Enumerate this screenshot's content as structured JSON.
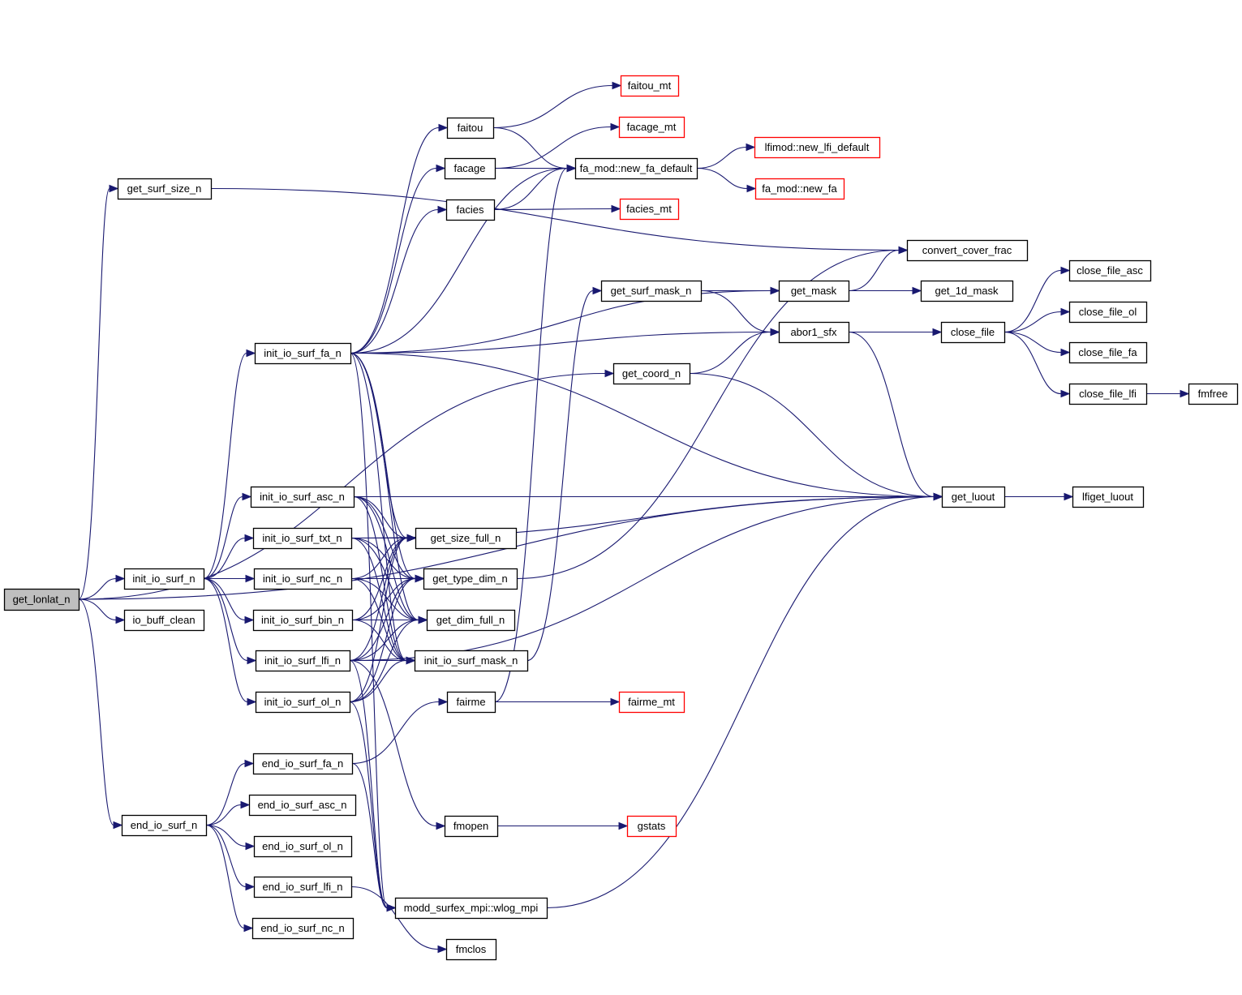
{
  "graph": {
    "title": "get_lonlat_n call graph",
    "colors": {
      "edge": "#191970",
      "node_border": "#000000",
      "node_border_external": "#ff0000",
      "root_fill": "#bfbfbf",
      "node_fill": "#ffffff"
    },
    "nodes": [
      {
        "id": "get_lonlat_n",
        "label": "get_lonlat_n",
        "kind": "root"
      },
      {
        "id": "get_surf_size_n",
        "label": "get_surf_size_n",
        "kind": "normal"
      },
      {
        "id": "init_io_surf_n",
        "label": "init_io_surf_n",
        "kind": "normal"
      },
      {
        "id": "io_buff_clean",
        "label": "io_buff_clean",
        "kind": "normal"
      },
      {
        "id": "end_io_surf_n",
        "label": "end_io_surf_n",
        "kind": "normal"
      },
      {
        "id": "init_io_surf_fa_n",
        "label": "init_io_surf_fa_n",
        "kind": "normal"
      },
      {
        "id": "init_io_surf_asc_n",
        "label": "init_io_surf_asc_n",
        "kind": "normal"
      },
      {
        "id": "init_io_surf_txt_n",
        "label": "init_io_surf_txt_n",
        "kind": "normal"
      },
      {
        "id": "init_io_surf_nc_n",
        "label": "init_io_surf_nc_n",
        "kind": "normal"
      },
      {
        "id": "init_io_surf_bin_n",
        "label": "init_io_surf_bin_n",
        "kind": "normal"
      },
      {
        "id": "init_io_surf_lfi_n",
        "label": "init_io_surf_lfi_n",
        "kind": "normal"
      },
      {
        "id": "init_io_surf_ol_n",
        "label": "init_io_surf_ol_n",
        "kind": "normal"
      },
      {
        "id": "end_io_surf_fa_n",
        "label": "end_io_surf_fa_n",
        "kind": "normal"
      },
      {
        "id": "end_io_surf_asc_n",
        "label": "end_io_surf_asc_n",
        "kind": "normal"
      },
      {
        "id": "end_io_surf_ol_n",
        "label": "end_io_surf_ol_n",
        "kind": "normal"
      },
      {
        "id": "end_io_surf_lfi_n",
        "label": "end_io_surf_lfi_n",
        "kind": "normal"
      },
      {
        "id": "end_io_surf_nc_n",
        "label": "end_io_surf_nc_n",
        "kind": "normal"
      },
      {
        "id": "faitou",
        "label": "faitou",
        "kind": "normal"
      },
      {
        "id": "facage",
        "label": "facage",
        "kind": "normal"
      },
      {
        "id": "facies",
        "label": "facies",
        "kind": "normal"
      },
      {
        "id": "get_size_full_n",
        "label": "get_size_full_n",
        "kind": "normal"
      },
      {
        "id": "get_type_dim_n",
        "label": "get_type_dim_n",
        "kind": "normal"
      },
      {
        "id": "get_dim_full_n",
        "label": "get_dim_full_n",
        "kind": "normal"
      },
      {
        "id": "init_io_surf_mask_n",
        "label": "init_io_surf_mask_n",
        "kind": "normal"
      },
      {
        "id": "fairme",
        "label": "fairme",
        "kind": "normal"
      },
      {
        "id": "fmopen",
        "label": "fmopen",
        "kind": "normal"
      },
      {
        "id": "modd_surfex_mpi_wlog_mpi",
        "label": "modd_surfex_mpi::wlog_mpi",
        "kind": "normal"
      },
      {
        "id": "fmclos",
        "label": "fmclos",
        "kind": "normal"
      },
      {
        "id": "faitou_mt",
        "label": "faitou_mt",
        "kind": "external"
      },
      {
        "id": "facage_mt",
        "label": "facage_mt",
        "kind": "external"
      },
      {
        "id": "facies_mt",
        "label": "facies_mt",
        "kind": "external"
      },
      {
        "id": "fa_mod_new_fa_default",
        "label": "fa_mod::new_fa_default",
        "kind": "normal"
      },
      {
        "id": "get_surf_mask_n",
        "label": "get_surf_mask_n",
        "kind": "normal"
      },
      {
        "id": "get_coord_n",
        "label": "get_coord_n",
        "kind": "normal"
      },
      {
        "id": "fairme_mt",
        "label": "fairme_mt",
        "kind": "external"
      },
      {
        "id": "gstats",
        "label": "gstats",
        "kind": "external"
      },
      {
        "id": "lfimod_new_lfi_default",
        "label": "lfimod::new_lfi_default",
        "kind": "external"
      },
      {
        "id": "fa_mod_new_fa",
        "label": "fa_mod::new_fa",
        "kind": "external"
      },
      {
        "id": "get_mask",
        "label": "get_mask",
        "kind": "normal"
      },
      {
        "id": "abor1_sfx",
        "label": "abor1_sfx",
        "kind": "normal"
      },
      {
        "id": "convert_cover_frac",
        "label": "convert_cover_frac",
        "kind": "normal"
      },
      {
        "id": "get_1d_mask",
        "label": "get_1d_mask",
        "kind": "normal"
      },
      {
        "id": "close_file",
        "label": "close_file",
        "kind": "normal"
      },
      {
        "id": "get_luout",
        "label": "get_luout",
        "kind": "normal"
      },
      {
        "id": "close_file_asc",
        "label": "close_file_asc",
        "kind": "normal"
      },
      {
        "id": "close_file_ol",
        "label": "close_file_ol",
        "kind": "normal"
      },
      {
        "id": "close_file_fa",
        "label": "close_file_fa",
        "kind": "normal"
      },
      {
        "id": "close_file_lfi",
        "label": "close_file_lfi",
        "kind": "normal"
      },
      {
        "id": "fmfree",
        "label": "fmfree",
        "kind": "normal"
      },
      {
        "id": "lfiget_luout",
        "label": "lfiget_luout",
        "kind": "normal"
      }
    ],
    "edges": [
      [
        "get_lonlat_n",
        "get_surf_size_n"
      ],
      [
        "get_lonlat_n",
        "init_io_surf_n"
      ],
      [
        "get_lonlat_n",
        "io_buff_clean"
      ],
      [
        "get_lonlat_n",
        "end_io_surf_n"
      ],
      [
        "get_lonlat_n",
        "get_coord_n"
      ],
      [
        "get_lonlat_n",
        "get_luout"
      ],
      [
        "get_surf_size_n",
        "convert_cover_frac"
      ],
      [
        "init_io_surf_n",
        "init_io_surf_fa_n"
      ],
      [
        "init_io_surf_n",
        "init_io_surf_asc_n"
      ],
      [
        "init_io_surf_n",
        "init_io_surf_txt_n"
      ],
      [
        "init_io_surf_n",
        "init_io_surf_nc_n"
      ],
      [
        "init_io_surf_n",
        "init_io_surf_bin_n"
      ],
      [
        "init_io_surf_n",
        "init_io_surf_lfi_n"
      ],
      [
        "init_io_surf_n",
        "init_io_surf_ol_n"
      ],
      [
        "init_io_surf_fa_n",
        "faitou"
      ],
      [
        "init_io_surf_fa_n",
        "facage"
      ],
      [
        "init_io_surf_fa_n",
        "facies"
      ],
      [
        "init_io_surf_fa_n",
        "fa_mod_new_fa_default"
      ],
      [
        "init_io_surf_fa_n",
        "get_mask"
      ],
      [
        "init_io_surf_fa_n",
        "abor1_sfx"
      ],
      [
        "init_io_surf_fa_n",
        "get_luout"
      ],
      [
        "init_io_surf_fa_n",
        "get_size_full_n"
      ],
      [
        "init_io_surf_fa_n",
        "get_type_dim_n"
      ],
      [
        "init_io_surf_fa_n",
        "get_dim_full_n"
      ],
      [
        "init_io_surf_fa_n",
        "init_io_surf_mask_n"
      ],
      [
        "init_io_surf_fa_n",
        "modd_surfex_mpi_wlog_mpi"
      ],
      [
        "init_io_surf_asc_n",
        "get_luout"
      ],
      [
        "init_io_surf_asc_n",
        "get_size_full_n"
      ],
      [
        "init_io_surf_asc_n",
        "get_type_dim_n"
      ],
      [
        "init_io_surf_asc_n",
        "get_dim_full_n"
      ],
      [
        "init_io_surf_asc_n",
        "init_io_surf_mask_n"
      ],
      [
        "init_io_surf_txt_n",
        "get_luout"
      ],
      [
        "init_io_surf_txt_n",
        "get_size_full_n"
      ],
      [
        "init_io_surf_txt_n",
        "get_type_dim_n"
      ],
      [
        "init_io_surf_txt_n",
        "get_dim_full_n"
      ],
      [
        "init_io_surf_txt_n",
        "init_io_surf_mask_n"
      ],
      [
        "init_io_surf_nc_n",
        "get_size_full_n"
      ],
      [
        "init_io_surf_nc_n",
        "get_type_dim_n"
      ],
      [
        "init_io_surf_nc_n",
        "get_dim_full_n"
      ],
      [
        "init_io_surf_nc_n",
        "init_io_surf_mask_n"
      ],
      [
        "init_io_surf_bin_n",
        "get_size_full_n"
      ],
      [
        "init_io_surf_bin_n",
        "get_type_dim_n"
      ],
      [
        "init_io_surf_bin_n",
        "get_dim_full_n"
      ],
      [
        "init_io_surf_bin_n",
        "init_io_surf_mask_n"
      ],
      [
        "init_io_surf_lfi_n",
        "get_size_full_n"
      ],
      [
        "init_io_surf_lfi_n",
        "get_type_dim_n"
      ],
      [
        "init_io_surf_lfi_n",
        "get_dim_full_n"
      ],
      [
        "init_io_surf_lfi_n",
        "init_io_surf_mask_n"
      ],
      [
        "init_io_surf_lfi_n",
        "fmopen"
      ],
      [
        "init_io_surf_lfi_n",
        "get_luout"
      ],
      [
        "init_io_surf_lfi_n",
        "modd_surfex_mpi_wlog_mpi"
      ],
      [
        "init_io_surf_ol_n",
        "get_size_full_n"
      ],
      [
        "init_io_surf_ol_n",
        "get_type_dim_n"
      ],
      [
        "init_io_surf_ol_n",
        "get_dim_full_n"
      ],
      [
        "init_io_surf_ol_n",
        "init_io_surf_mask_n"
      ],
      [
        "init_io_surf_ol_n",
        "modd_surfex_mpi_wlog_mpi"
      ],
      [
        "end_io_surf_n",
        "end_io_surf_fa_n"
      ],
      [
        "end_io_surf_n",
        "end_io_surf_asc_n"
      ],
      [
        "end_io_surf_n",
        "end_io_surf_ol_n"
      ],
      [
        "end_io_surf_n",
        "end_io_surf_lfi_n"
      ],
      [
        "end_io_surf_n",
        "end_io_surf_nc_n"
      ],
      [
        "end_io_surf_fa_n",
        "fairme"
      ],
      [
        "end_io_surf_fa_n",
        "modd_surfex_mpi_wlog_mpi"
      ],
      [
        "end_io_surf_lfi_n",
        "fmclos"
      ],
      [
        "faitou",
        "faitou_mt"
      ],
      [
        "faitou",
        "fa_mod_new_fa_default"
      ],
      [
        "facage",
        "facage_mt"
      ],
      [
        "facage",
        "fa_mod_new_fa_default"
      ],
      [
        "facies",
        "fa_mod_new_fa_default"
      ],
      [
        "facies",
        "facies_mt"
      ],
      [
        "fairme",
        "fairme_mt"
      ],
      [
        "fairme",
        "fa_mod_new_fa_default"
      ],
      [
        "fmopen",
        "gstats"
      ],
      [
        "get_type_dim_n",
        "convert_cover_frac"
      ],
      [
        "init_io_surf_mask_n",
        "get_surf_mask_n"
      ],
      [
        "fa_mod_new_fa_default",
        "lfimod_new_lfi_default"
      ],
      [
        "fa_mod_new_fa_default",
        "fa_mod_new_fa"
      ],
      [
        "get_surf_mask_n",
        "get_mask"
      ],
      [
        "get_surf_mask_n",
        "abor1_sfx"
      ],
      [
        "get_coord_n",
        "abor1_sfx"
      ],
      [
        "get_coord_n",
        "get_luout"
      ],
      [
        "get_mask",
        "convert_cover_frac"
      ],
      [
        "get_mask",
        "get_1d_mask"
      ],
      [
        "abor1_sfx",
        "close_file"
      ],
      [
        "abor1_sfx",
        "get_luout"
      ],
      [
        "close_file",
        "close_file_asc"
      ],
      [
        "close_file",
        "close_file_ol"
      ],
      [
        "close_file",
        "close_file_fa"
      ],
      [
        "close_file",
        "close_file_lfi"
      ],
      [
        "close_file_lfi",
        "fmfree"
      ],
      [
        "get_luout",
        "lfiget_luout"
      ],
      [
        "modd_surfex_mpi_wlog_mpi",
        "get_luout"
      ]
    ]
  }
}
